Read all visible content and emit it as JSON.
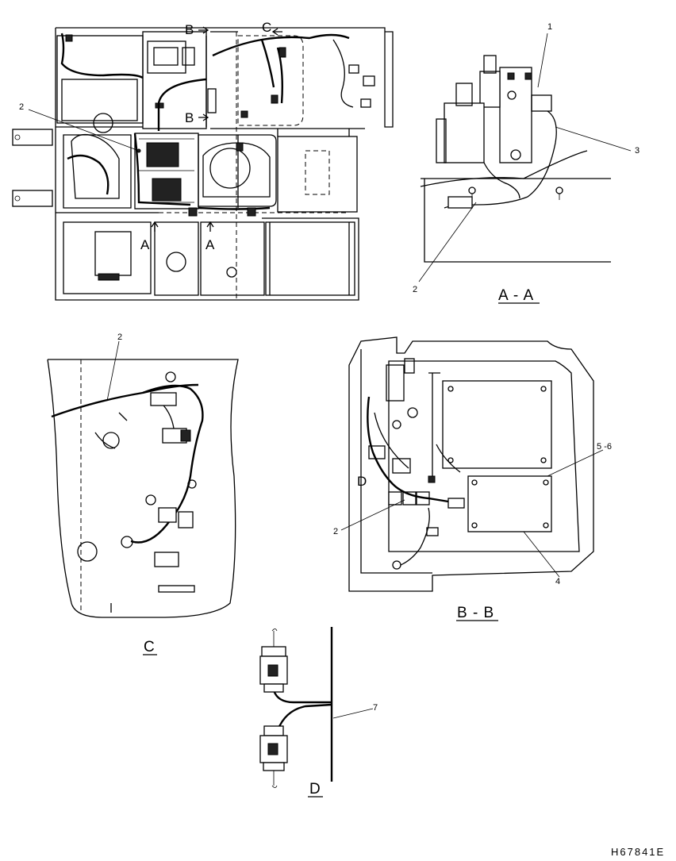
{
  "views": {
    "main": {
      "cut_b_top": "B",
      "cut_b_lower": "B",
      "cut_c": "C",
      "cut_a_left": "A",
      "cut_a_right": "A",
      "callout_2": "2"
    },
    "section_aa": {
      "title": "A - A",
      "callout_1": "1",
      "callout_2": "2",
      "callout_3": "3"
    },
    "view_c": {
      "title": "C",
      "callout_2": "2"
    },
    "section_bb": {
      "title": "B - B",
      "callout_2": "2",
      "callout_4": "4",
      "callout_56": "5 -6",
      "detail_d": "D"
    },
    "view_d": {
      "title": "D",
      "callout_7": "7"
    }
  },
  "drawing_code": "H67841E"
}
